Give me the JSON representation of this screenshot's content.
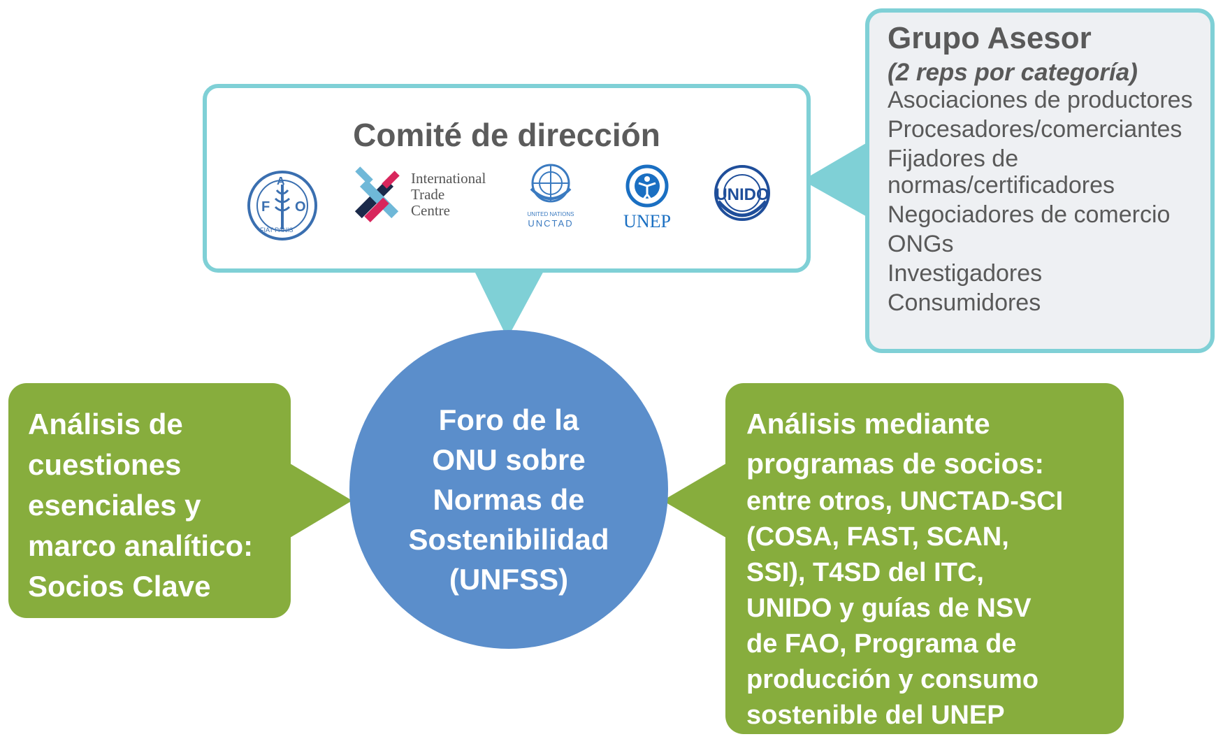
{
  "committee": {
    "title": "Comité de dirección",
    "logos": [
      {
        "name": "FAO",
        "icon": "fao-logo-icon",
        "text_top": "F A O",
        "text_bottom": "FIAT PANIS",
        "color": "#3a6fb0"
      },
      {
        "name": "ITC",
        "icon": "itc-logo-icon",
        "lines": [
          "International",
          "Trade",
          "Centre"
        ]
      },
      {
        "name": "UNCTAD",
        "icon": "un-emblem-icon",
        "lines": [
          "UNITED NATIONS",
          "UNCTAD"
        ],
        "color": "#3a7ac0"
      },
      {
        "name": "UNEP",
        "icon": "unep-logo-icon",
        "text": "UNEP",
        "color": "#1a6fc2"
      },
      {
        "name": "UNIDO",
        "icon": "unido-logo-icon",
        "text": "UNIDO",
        "color": "#1f4e9a"
      }
    ]
  },
  "advisory": {
    "title": "Grupo Asesor",
    "subtitle": "(2 reps por categoría)",
    "items": [
      "Asociaciones de productores",
      "Procesadores/comerciantes",
      "Fijadores de normas/certificadores",
      "Negociadores de comercio",
      "ONGs",
      "Investigadores",
      "Consumidores"
    ]
  },
  "forum": {
    "lines": [
      "Foro de la",
      "ONU sobre",
      "Normas de",
      "Sostenibilidad",
      "(UNFSS)"
    ]
  },
  "left_box": {
    "lines": [
      "Análisis de",
      "cuestiones",
      "esenciales y",
      "marco analítico:",
      "Socios Clave"
    ]
  },
  "right_box": {
    "head_lines": [
      "Análisis mediante",
      "programas de socios:"
    ],
    "body_lines": [
      "entre otros, UNCTAD-SCI",
      "(COSA, FAST, SCAN,",
      "SSI), T4SD del ITC,",
      "UNIDO y guías de NSV",
      "de FAO, Programa de",
      "producción y consumo",
      "sostenible del UNEP"
    ]
  },
  "colors": {
    "teal": "#7fd0d6",
    "circle_blue": "#5b8ecb",
    "green": "#87ad3d",
    "grey_text": "#595959"
  }
}
